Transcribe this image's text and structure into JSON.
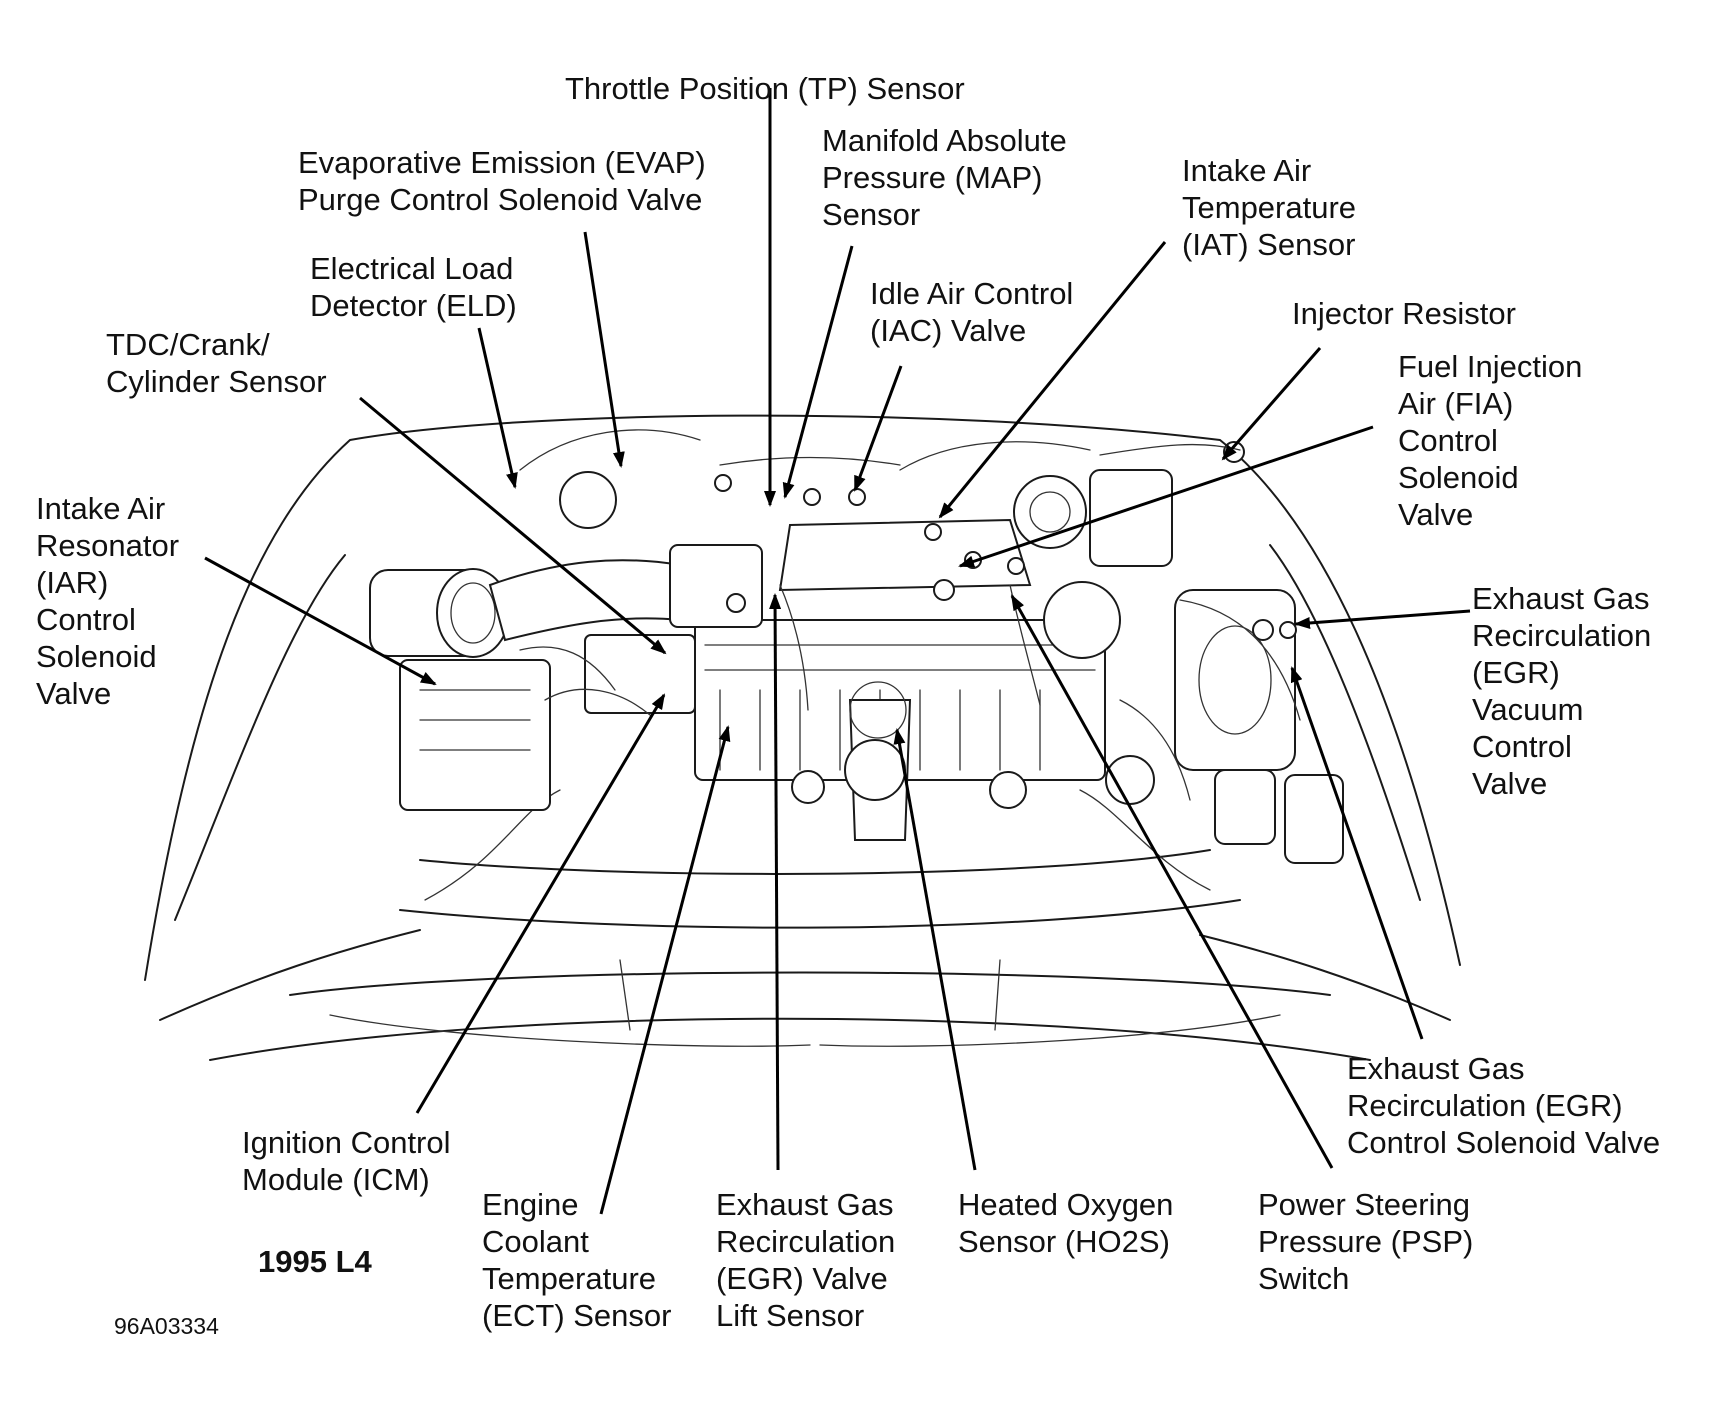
{
  "labels": {
    "tp_sensor": "Throttle Position (TP) Sensor",
    "evap": "Evaporative Emission (EVAP)\nPurge Control Solenoid Valve",
    "map_sensor": "Manifold Absolute\nPressure (MAP)\nSensor",
    "iat_sensor": "Intake Air\nTemperature\n(IAT) Sensor",
    "eld": "Electrical Load\nDetector (ELD)",
    "iac_valve": "Idle Air Control\n(IAC) Valve",
    "injector_resistor": "Injector Resistor",
    "tdc_sensor": "TDC/Crank/\nCylinder Sensor",
    "fia_valve": "Fuel Injection\nAir (FIA)\nControl\nSolenoid\nValve",
    "iar_valve": "Intake Air\nResonator\n(IAR)\nControl\nSolenoid\nValve",
    "egr_vacuum": "Exhaust Gas\nRecirculation\n(EGR)\nVacuum\nControl\nValve",
    "egr_control_solenoid": "Exhaust Gas\nRecirculation (EGR)\nControl Solenoid Valve",
    "icm": "Ignition Control\nModule (ICM)",
    "ect_sensor": "Engine\nCoolant\nTemperature\n(ECT) Sensor",
    "egr_lift_sensor": "Exhaust Gas\nRecirculation\n(EGR) Valve\nLift Sensor",
    "ho2s": "Heated Oxygen\nSensor (HO2S)",
    "psp_switch": "Power Steering\nPressure (PSP)\nSwitch"
  },
  "model": "1995 L4",
  "figure_id": "96A03334"
}
